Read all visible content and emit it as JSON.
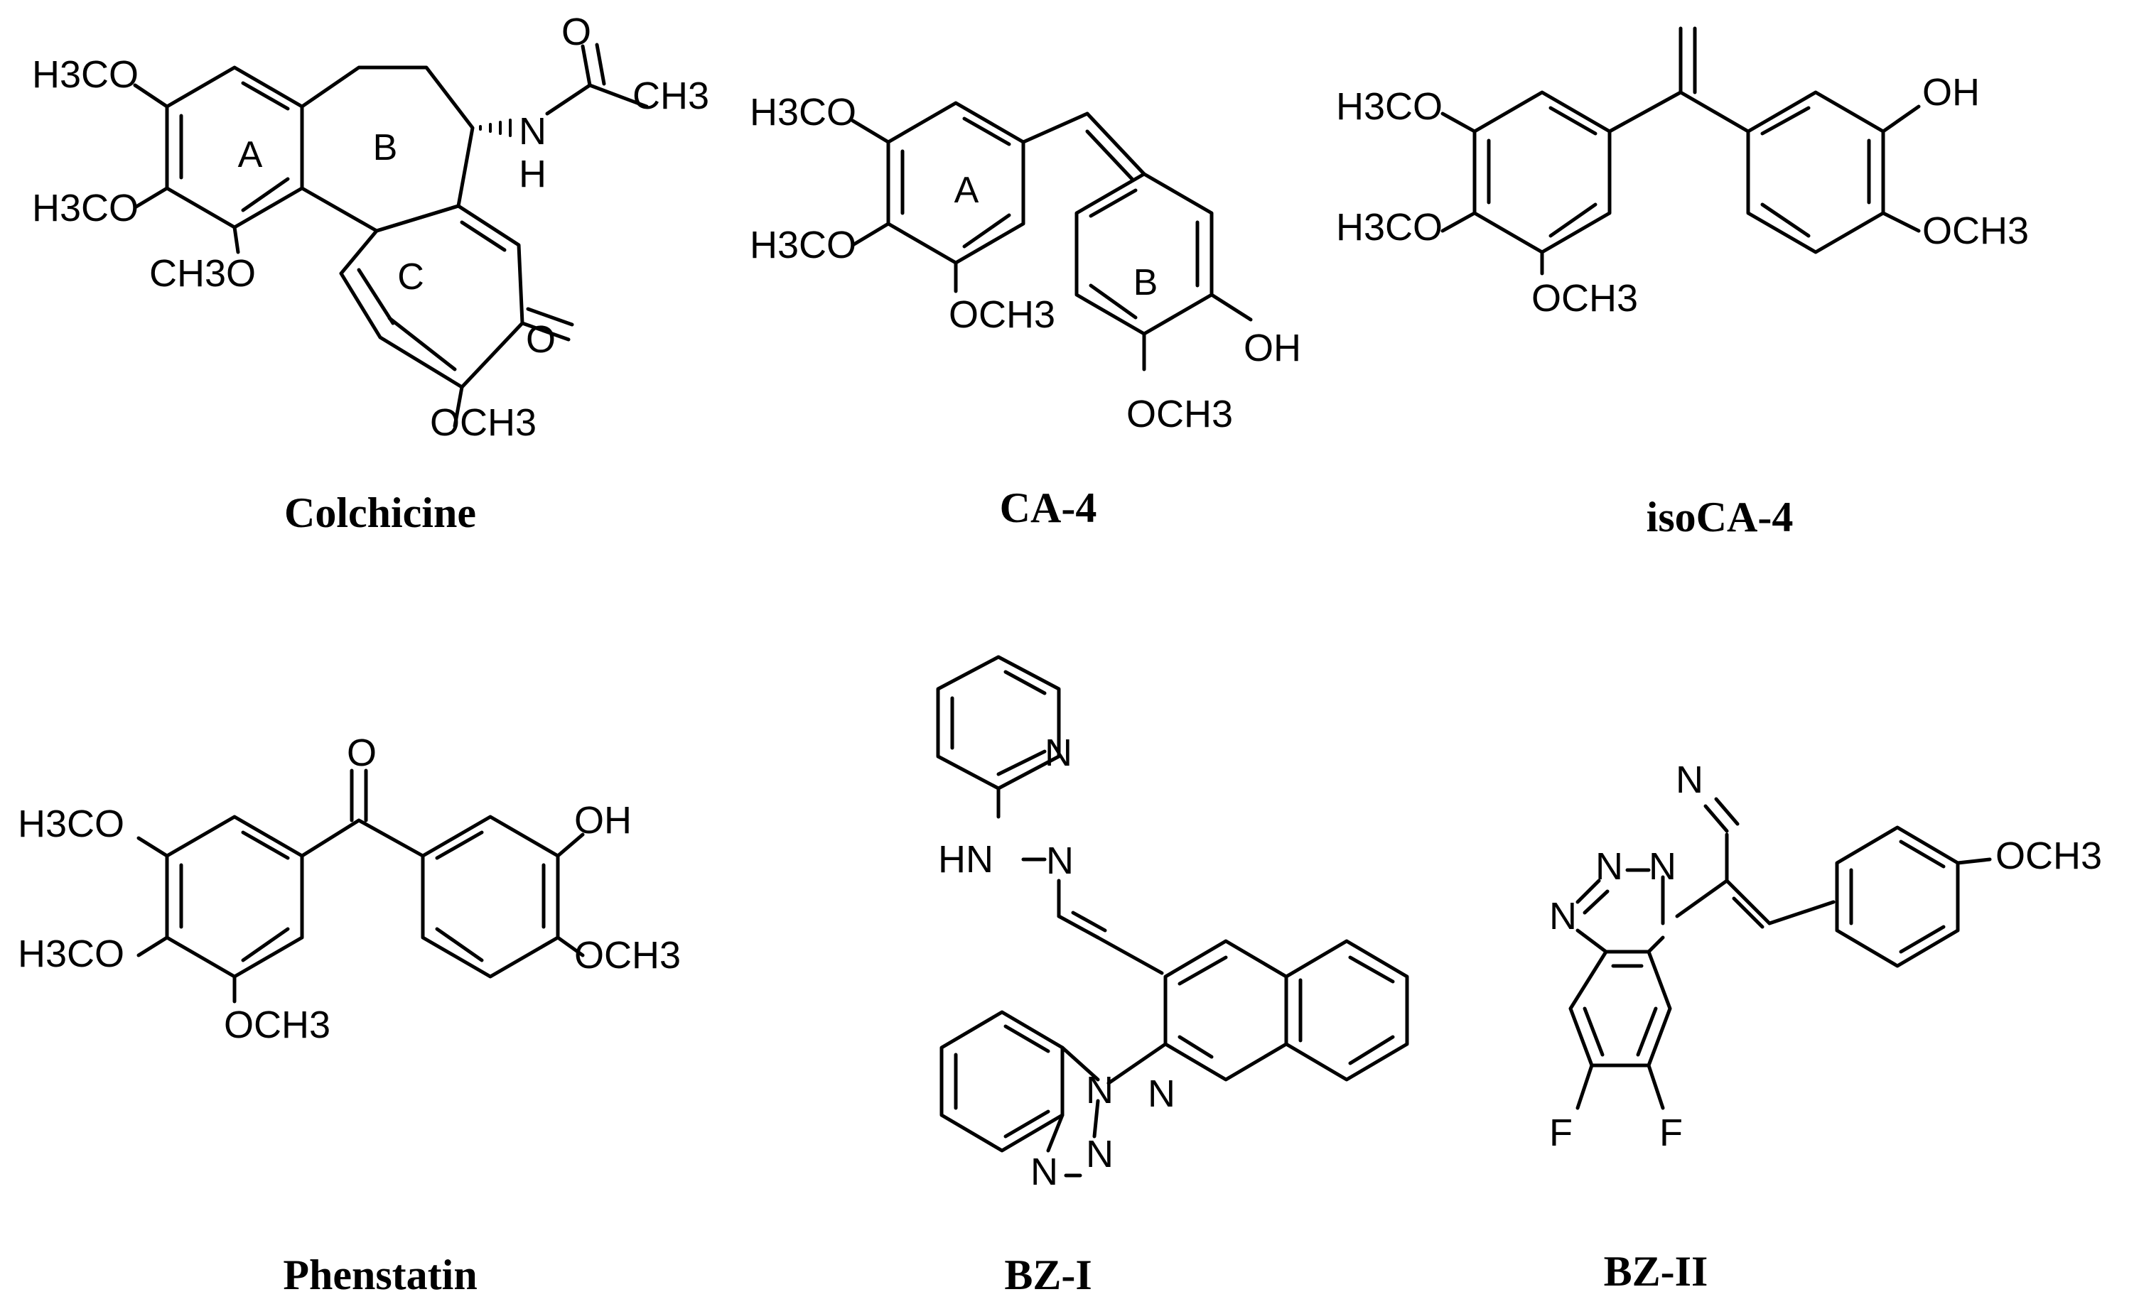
{
  "compounds": [
    {
      "name": "Colchicine",
      "atoms": {
        "h3co_1": "H3CO",
        "h3co_2": "H3CO",
        "ch3o": "CH3O",
        "o_top": "O",
        "ch3": "CH3",
        "n": "N",
        "h": "H",
        "o_ketone": "O",
        "och3": "OCH3"
      },
      "rings": {
        "a": "A",
        "b": "B",
        "c": "C"
      }
    },
    {
      "name": "CA-4",
      "atoms": {
        "h3co_1": "H3CO",
        "h3co_2": "H3CO",
        "och3_a": "OCH3",
        "oh": "OH",
        "och3_b": "OCH3"
      },
      "rings": {
        "a": "A",
        "b": "B"
      }
    },
    {
      "name": "isoCA-4",
      "atoms": {
        "h3co_1": "H3CO",
        "h3co_2": "H3CO",
        "och3_a": "OCH3",
        "oh": "OH",
        "och3_b": "OCH3"
      }
    },
    {
      "name": "Phenstatin",
      "atoms": {
        "o": "O",
        "h3co_1": "H3CO",
        "h3co_2": "H3CO",
        "och3_a": "OCH3",
        "oh": "OH",
        "och3_b": "OCH3"
      }
    },
    {
      "name": "BZ-I",
      "atoms": {
        "n_pyr": "N",
        "hn": "HN",
        "n_hyd": "N",
        "n_quin": "N",
        "n1": "N",
        "n2": "N",
        "n3": "N"
      }
    },
    {
      "name": "BZ-II",
      "atoms": {
        "n_nitrile": "N",
        "n_tri1": "N",
        "n_tri2": "N",
        "n_tri3": "N",
        "och3": "OCH3",
        "f1": "F",
        "f2": "F"
      }
    }
  ]
}
